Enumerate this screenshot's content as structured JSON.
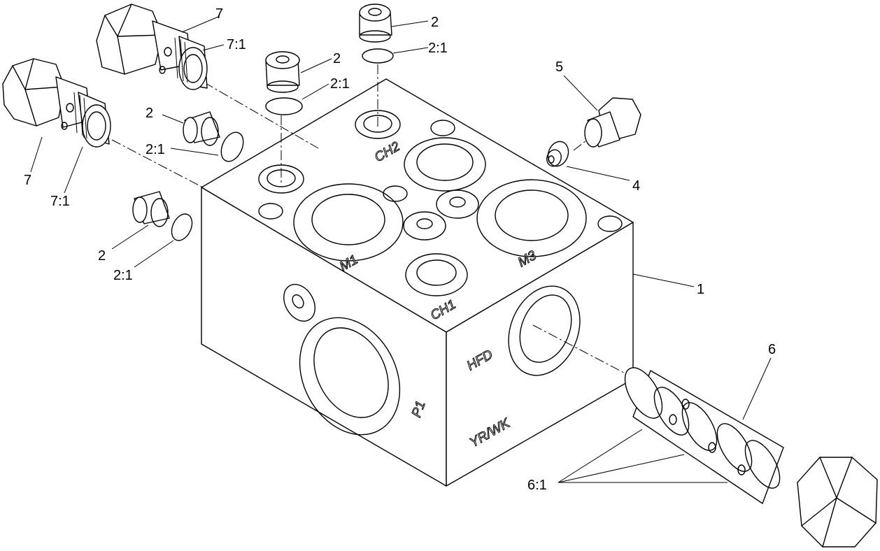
{
  "callouts": {
    "c7_top": "7",
    "c7_1_top": "7:1",
    "c7_left": "7",
    "c7_1_left": "7:1",
    "c2_top_right": "2",
    "c2_1_top_right": "2:1",
    "c2_top_mid": "2",
    "c2_1_top_mid": "2:1",
    "c2_left_upper": "2",
    "c2_1_left_upper": "2:1",
    "c2_left_lower": "2",
    "c2_1_left_lower": "2:1",
    "c5": "5",
    "c4": "4",
    "c1": "1",
    "c6": "6",
    "c6_1": "6:1"
  },
  "port_markings": {
    "ch2": "CH2",
    "m1": "M1",
    "m3": "M3",
    "ch1": "CH1",
    "p1": "P1",
    "hfd": "HFD",
    "yrwk": "YR/WK"
  }
}
